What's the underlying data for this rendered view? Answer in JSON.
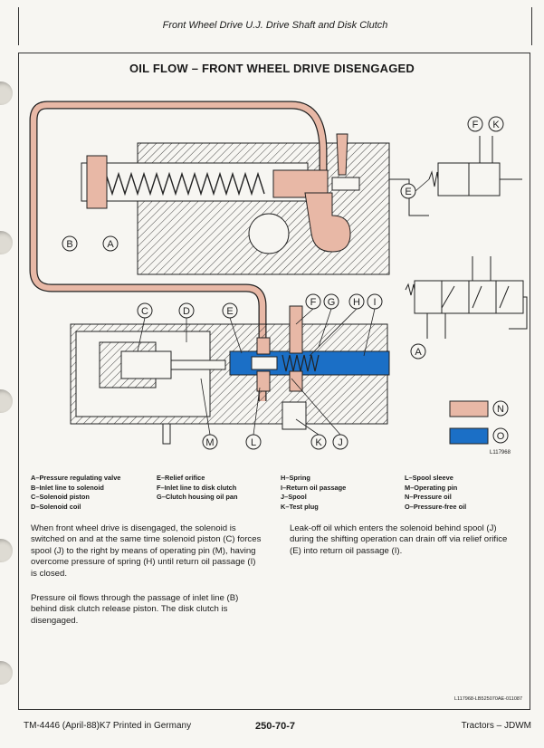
{
  "header": {
    "title": "Front Wheel Drive U.J. Drive Shaft and Disk Clutch"
  },
  "diagram": {
    "title": "OIL FLOW – FRONT WHEEL DRIVE DISENGAGED",
    "figure_id": "L117968",
    "callouts": [
      "A",
      "B",
      "C",
      "D",
      "E",
      "F",
      "G",
      "H",
      "I",
      "J",
      "K",
      "L",
      "M",
      "N",
      "O"
    ],
    "colors": {
      "pressure_oil": "#e8b8a6",
      "pressure_free_oil": "#1b6fc6"
    }
  },
  "legend": {
    "col1": [
      "A–Pressure regulating valve",
      "B–Inlet line to solenoid",
      "C–Solenoid piston",
      "D–Solenoid coil"
    ],
    "col2": [
      "E–Relief orifice",
      "F–Inlet line to disk clutch",
      "G–Clutch housing oil pan"
    ],
    "col3": [
      "H–Spring",
      "I–Return oil passage",
      "J–Spool",
      "K–Test plug"
    ],
    "col4": [
      "L–Spool sleeve",
      "M–Operating pin",
      "N–Pressure oil",
      "O–Pressure-free oil"
    ]
  },
  "text": {
    "para1": "When front wheel drive is disengaged, the solenoid is switched on and at the same time solenoid piston (C) forces spool (J) to the right by means of operating pin (M), having overcome pressure of spring (H) until return oil passage (I) is closed.",
    "para2": "Pressure oil flows through the passage of inlet line (B) behind disk clutch release piston. The disk clutch is disengaged.",
    "para3": "Leak-off oil which enters the solenoid behind spool (J) during the shifting operation can drain off via relief orifice (E) into return oil passage (I).",
    "doc_ref": "L117968-LB525070AE-011087"
  },
  "footer": {
    "left": "TM-4446 (April-88)K7 Printed in Germany",
    "page": "250-70-7",
    "right": "Tractors – JDWM"
  }
}
